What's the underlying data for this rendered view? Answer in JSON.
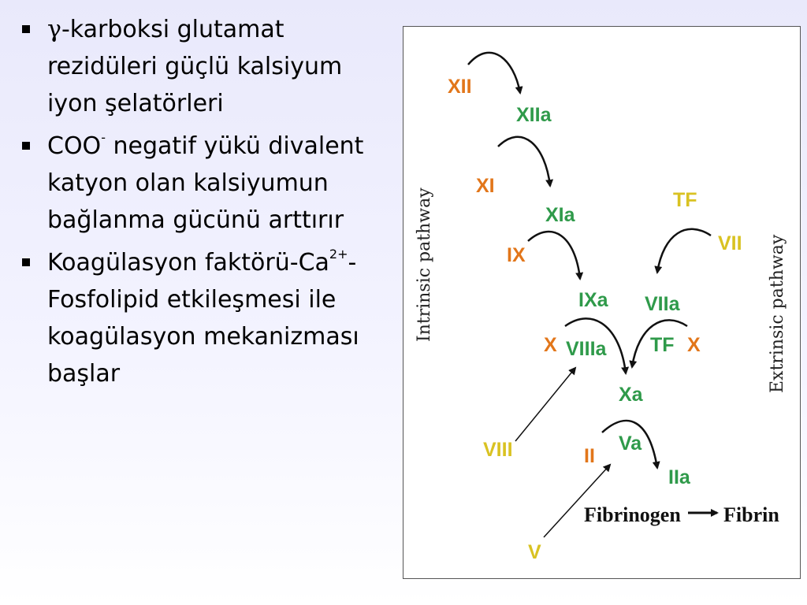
{
  "bullets": [
    {
      "gamma": "γ",
      "text": "-karboksi glutamat rezidüleri güçlü kalsiyum iyon şelatörleri"
    },
    {
      "pre": "COO",
      "sup": "-",
      "post": " negatif yükü divalent katyon olan kalsiyumun bağlanma gücünü arttırır"
    },
    {
      "pre": "Koagülasyon faktörü-Ca",
      "sup": "2+",
      "post": "-Fosfolipid etkileşmesi ile koagülasyon mekanizması başlar"
    }
  ],
  "diagram": {
    "intrinsic_label": "Intrinsic pathway",
    "extrinsic_label": "Extrinsic pathway",
    "factors": {
      "XII": "XII",
      "XIIa": "XIIa",
      "XI": "XI",
      "XIa": "XIa",
      "IX": "IX",
      "IXa": "IXa",
      "TF_top": "TF",
      "VII": "VII",
      "VIIa": "VIIa",
      "X_left": "X",
      "VIIIa": "VIIIa",
      "TF_mid": "TF",
      "X_right": "X",
      "Xa": "Xa",
      "VIII": "VIII",
      "II": "II",
      "Va": "Va",
      "IIa": "IIa",
      "V": "V",
      "fibrinogen": "Fibrinogen",
      "fibrin": "Fibrin"
    },
    "colors": {
      "yellow": "#d9c222",
      "orange": "#e2761a",
      "green": "#2f9a4a"
    }
  }
}
